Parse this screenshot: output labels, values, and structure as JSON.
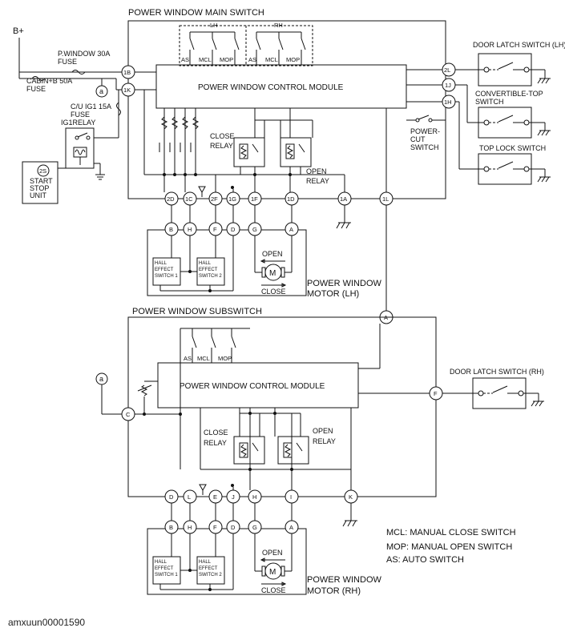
{
  "main_switch_title": "POWER WINDOW MAIN SWITCH",
  "subswitch_title": "POWER WINDOW SUBSWITCH",
  "control_module_label": "POWER WINDOW CONTROL MODULE",
  "b_plus": "B+",
  "p_window_fuse": "P.WINDOW 30A",
  "fuse_word": "FUSE",
  "cabin_fuse": "CABIN+B 50A",
  "cu_fuse": "C/U IG1 15A",
  "ig1_relay": "IG1RELAY",
  "start_stop_unit": [
    "START",
    "STOP",
    "UNIT"
  ],
  "start_stop_connector": "2S",
  "splice_a": "a",
  "group_lh": "LH",
  "group_rh": "RH",
  "sw_as": "AS",
  "sw_mcl": "MCL",
  "sw_mop": "MOP",
  "close_relay": [
    "CLOSE",
    "RELAY"
  ],
  "open_relay": [
    "OPEN",
    "RELAY"
  ],
  "power_cut_switch": [
    "POWER-",
    "CUT",
    "SWITCH"
  ],
  "door_latch_lh": "DOOR LATCH SWITCH (LH)",
  "convertible_top": [
    "CONVERTIBLE-TOP",
    "SWITCH"
  ],
  "top_lock": "TOP LOCK SWITCH",
  "door_latch_rh": "DOOR LATCH SWITCH (RH)",
  "main_pins": {
    "p1B": "1B",
    "p1K": "1K",
    "p2L": "2L",
    "p1J": "1J",
    "p1H": "1H",
    "p2D": "2D",
    "p1C": "1C",
    "p2F": "2F",
    "p1G": "1G",
    "p1F": "1F",
    "p1D": "1D",
    "p1A": "1A",
    "p1L": "1L"
  },
  "motor_pins_lh": {
    "B": "B",
    "H": "H",
    "F": "F",
    "D": "D",
    "G": "G",
    "A": "A"
  },
  "sub_pins": {
    "A": "A",
    "C": "C",
    "F": "F",
    "D": "D",
    "L": "L",
    "E": "E",
    "J": "J",
    "H": "H",
    "I": "I",
    "K": "K"
  },
  "motor_pins_rh": {
    "B": "B",
    "H": "H",
    "F": "F",
    "D": "D",
    "G": "G",
    "A": "A"
  },
  "hall_switch_1": [
    "HALL",
    "EFFECT",
    "SWITCH 1"
  ],
  "hall_switch_2": [
    "HALL",
    "EFFECT",
    "SWITCH 2"
  ],
  "motor_open": "OPEN",
  "motor_close": "CLOSE",
  "motor_symbol": "M",
  "motor_lh_label": [
    "POWER WINDOW",
    "MOTOR (LH)"
  ],
  "motor_rh_label": [
    "POWER WINDOW",
    "MOTOR (RH)"
  ],
  "legend": [
    "MCL: MANUAL CLOSE SWITCH",
    "MOP: MANUAL OPEN SWITCH",
    "AS: AUTO SWITCH"
  ],
  "image_id": "amxuun00001590"
}
